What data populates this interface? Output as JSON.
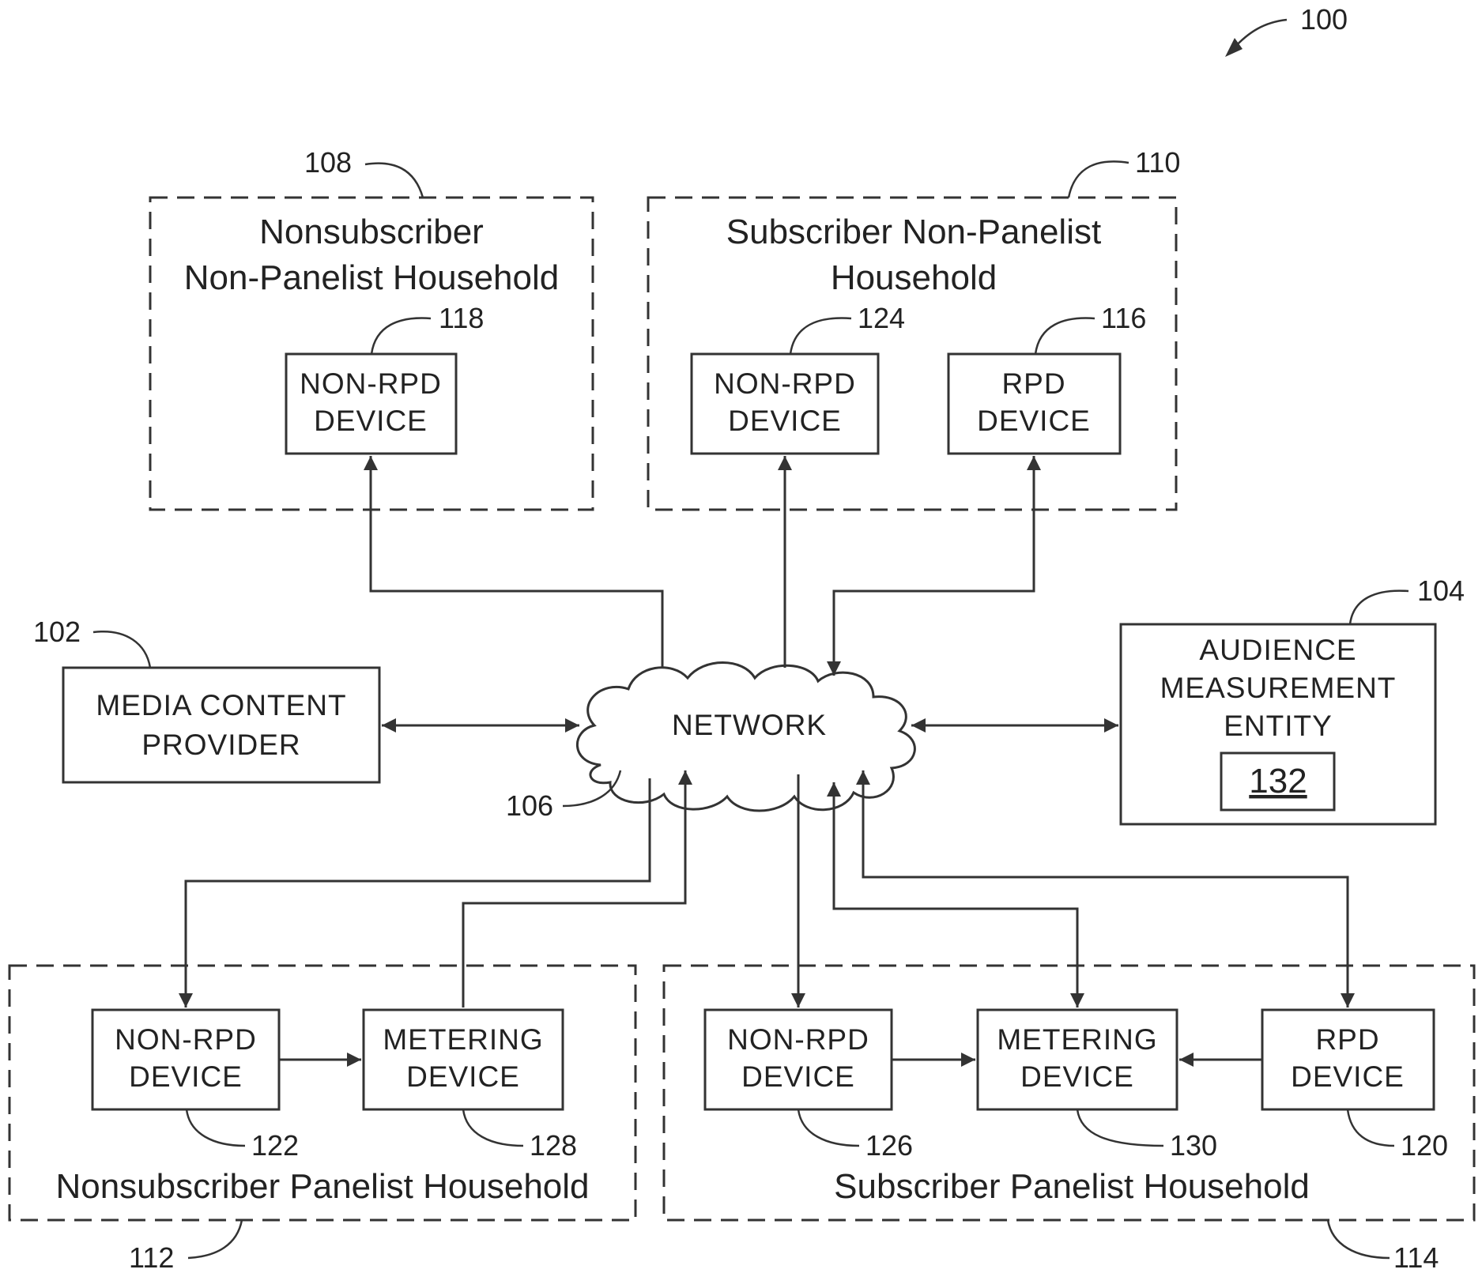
{
  "figure_ref": "100",
  "households": {
    "nonsub_nonpanel": {
      "ref": "108",
      "line1": "Nonsubscriber",
      "line2": "Non-Panelist Household"
    },
    "sub_nonpanel": {
      "ref": "110",
      "line1": "Subscriber Non-Panelist",
      "line2": "Household"
    },
    "nonsub_panel": {
      "ref": "112",
      "label": "Nonsubscriber Panelist Household"
    },
    "sub_panel": {
      "ref": "114",
      "label": "Subscriber Panelist Household"
    }
  },
  "devices": {
    "d118": {
      "ref": "118",
      "line1": "NON-RPD",
      "line2": "DEVICE"
    },
    "d124": {
      "ref": "124",
      "line1": "NON-RPD",
      "line2": "DEVICE"
    },
    "d116": {
      "ref": "116",
      "line1": "RPD",
      "line2": "DEVICE"
    },
    "d122": {
      "ref": "122",
      "line1": "NON-RPD",
      "line2": "DEVICE"
    },
    "d128": {
      "ref": "128",
      "line1": "METERING",
      "line2": "DEVICE"
    },
    "d126": {
      "ref": "126",
      "line1": "NON-RPD",
      "line2": "DEVICE"
    },
    "d130": {
      "ref": "130",
      "line1": "METERING",
      "line2": "DEVICE"
    },
    "d120": {
      "ref": "120",
      "line1": "RPD",
      "line2": "DEVICE"
    }
  },
  "media_provider": {
    "ref": "102",
    "line1": "MEDIA CONTENT",
    "line2": "PROVIDER"
  },
  "ame": {
    "ref": "104",
    "line1": "AUDIENCE",
    "line2": "MEASUREMENT",
    "line3": "ENTITY",
    "inner_ref": "132"
  },
  "network": {
    "ref": "106",
    "label": "NETWORK"
  }
}
